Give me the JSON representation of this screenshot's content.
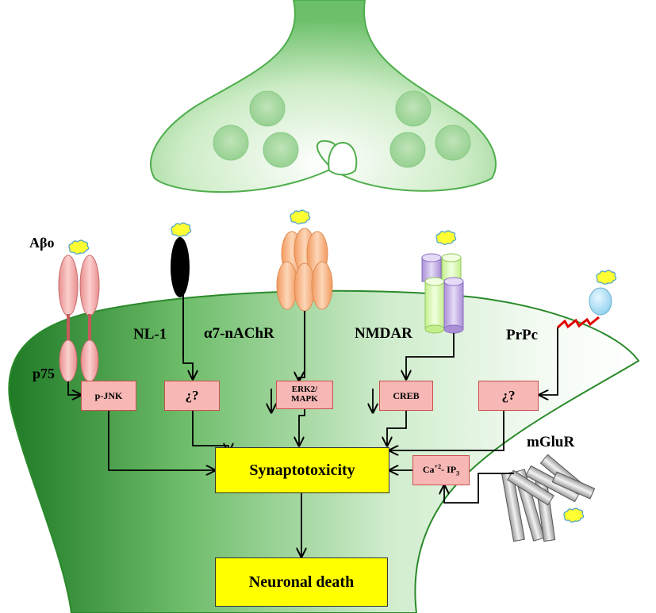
{
  "receptors": {
    "abo": "Aβo",
    "p75": "p75",
    "nl1": "NL-1",
    "a7": "α7-nAChR",
    "nmdar": "NMDAR",
    "prpc": "PrPc",
    "mglur": "mGluR"
  },
  "boxes": {
    "pjnk": "p-JNK",
    "unknown1": "¿?",
    "erk_line1": "ERK2/",
    "erk_line2": "MAPK",
    "creb": "CREB",
    "unknown2": "¿?",
    "ca_base": "Ca",
    "ca_sup": "+2",
    "ip_base": "- IP",
    "ip_sub": "3"
  },
  "outcomes": {
    "synaptotoxicity": "Synaptotoxicity",
    "neuronal_death": "Neuronal death"
  },
  "colors": {
    "membrane_green": "#2e8b2e",
    "receptor_pink": "#f2a6a6",
    "nachr_orange": "#f7b98b",
    "nmdar_green": "#d8f5b0",
    "nmdar_purple": "#c7b2e6",
    "prion_blue": "#a8dcf2",
    "box_pink": "#f6b7b5",
    "outcome_yellow": "#ffff00",
    "abo_yellow": "#ffff33"
  }
}
